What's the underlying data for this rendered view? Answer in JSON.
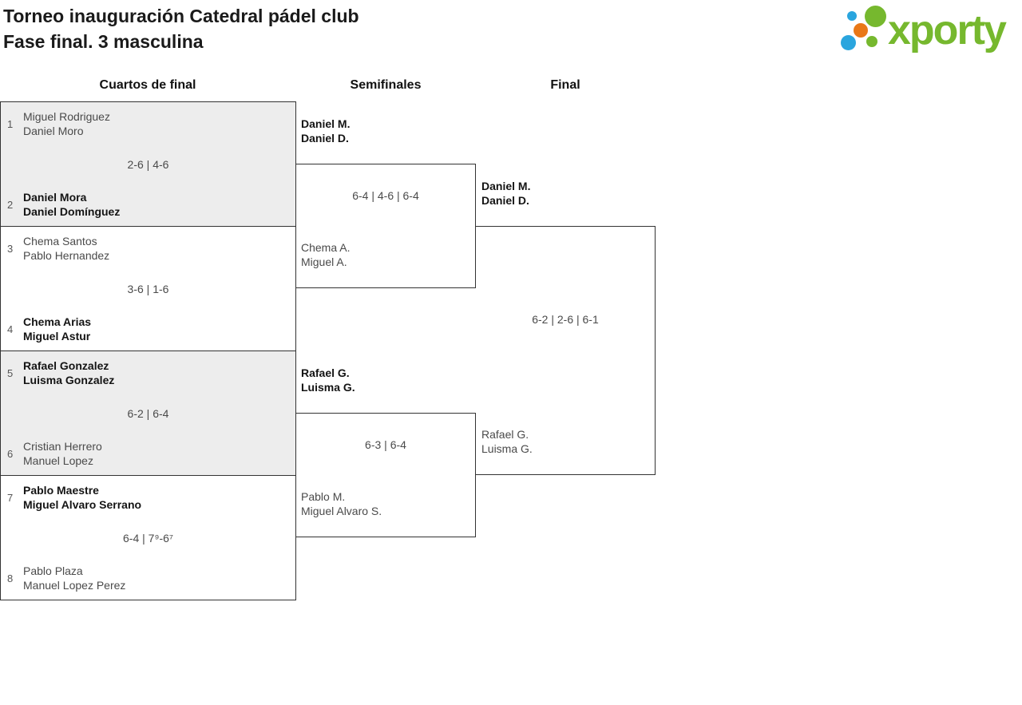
{
  "header": {
    "title_line1": "Torneo inauguración Catedral pádel club",
    "title_line2": "Fase final. 3 masculina"
  },
  "logo": {
    "text": "xporty",
    "green": "#76b82e",
    "blue": "#2aa5de",
    "orange": "#e97817"
  },
  "round_headers": {
    "quarterfinals": "Cuartos de final",
    "semifinals": "Semifinales",
    "final": "Final"
  },
  "quarterfinals": [
    {
      "top": {
        "seed": "1",
        "players": [
          "Miguel Rodriguez",
          "Daniel Moro"
        ],
        "winner": false
      },
      "score": "2-6 | 4-6",
      "bottom": {
        "seed": "2",
        "players": [
          "Daniel Mora",
          "Daniel Domínguez"
        ],
        "winner": true
      }
    },
    {
      "top": {
        "seed": "3",
        "players": [
          "Chema Santos",
          "Pablo Hernandez"
        ],
        "winner": false
      },
      "score": "3-6 | 1-6",
      "bottom": {
        "seed": "4",
        "players": [
          "Chema Arias",
          "Miguel Astur"
        ],
        "winner": true
      }
    },
    {
      "top": {
        "seed": "5",
        "players": [
          "Rafael Gonzalez",
          "Luisma Gonzalez"
        ],
        "winner": true
      },
      "score": "6-2 | 6-4",
      "bottom": {
        "seed": "6",
        "players": [
          "Cristian Herrero",
          "Manuel Lopez"
        ],
        "winner": false
      }
    },
    {
      "top": {
        "seed": "7",
        "players": [
          "Pablo Maestre",
          "Miguel Alvaro Serrano"
        ],
        "winner": true
      },
      "score": "6-4 | 7⁹-6⁷",
      "bottom": {
        "seed": "8",
        "players": [
          "Pablo Plaza",
          "Manuel Lopez Perez"
        ],
        "winner": false
      }
    }
  ],
  "semifinals": [
    {
      "top": {
        "players": [
          "Daniel M.",
          "Daniel D."
        ],
        "winner": true
      },
      "score": "6-4 | 4-6 | 6-4",
      "bottom": {
        "players": [
          "Chema A.",
          "Miguel A."
        ],
        "winner": false
      }
    },
    {
      "top": {
        "players": [
          "Rafael G.",
          "Luisma G."
        ],
        "winner": true
      },
      "score": "6-3 | 6-4",
      "bottom": {
        "players": [
          "Pablo M.",
          "Miguel Alvaro S."
        ],
        "winner": false
      }
    }
  ],
  "final": {
    "top": {
      "players": [
        "Daniel M.",
        "Daniel D."
      ],
      "winner": true
    },
    "score": "6-2 | 2-6 | 6-1",
    "bottom": {
      "players": [
        "Rafael G.",
        "Luisma G."
      ],
      "winner": false
    }
  }
}
